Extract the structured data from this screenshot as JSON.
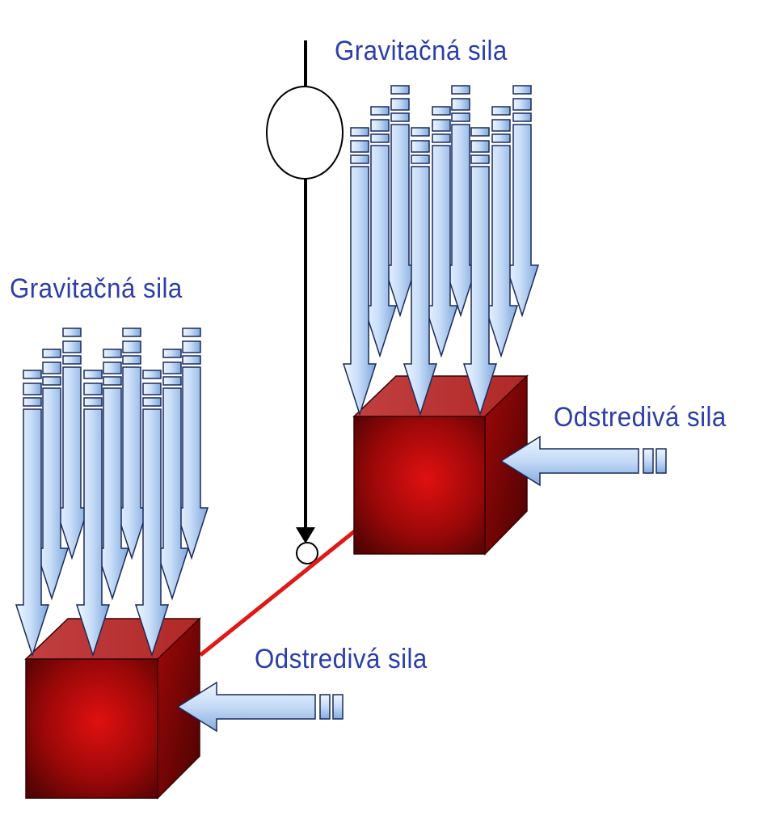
{
  "diagram": {
    "labels": {
      "gravity_top": "Gravitačná sila",
      "gravity_left": "Gravitačná sila",
      "centrifugal_right": "Odstredivá sila",
      "centrifugal_bottom": "Odstredivá sila"
    },
    "colors": {
      "label_text": "#2b3ea8",
      "arrow_fill_light": "#e8f2ff",
      "arrow_fill_dark": "#8fb6e8",
      "arrow_stroke": "#1a2a5a",
      "cube_front": "#b01010",
      "cube_dark": "#5a0505",
      "cube_top": "#c43838",
      "connector_line": "#e01818",
      "pendulum_line": "#000000"
    }
  }
}
